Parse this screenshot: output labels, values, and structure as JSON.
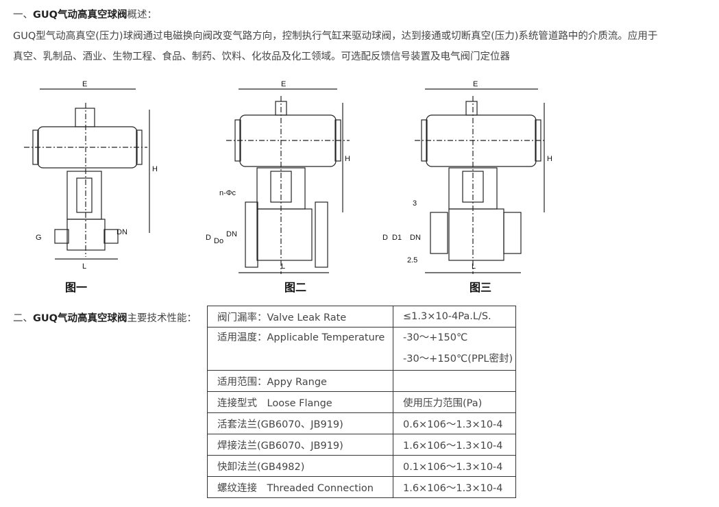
{
  "section1": {
    "prefix": "一、",
    "bold": "GUQ气动高真空球阀",
    "suffix": "概述：",
    "line1": "GUQ型气动高真空(压力)球阀通过电磁换向阀改变气路方向，控制执行气缸来驱动球阀，达到接通或切断真空(压力)系统管道路中的介质流。应用于",
    "line2": "真空、乳制品、酒业、生物工程、食品、制药、饮料、化妆品及化工领域。可选配反馈信号装置及电气阀门定位器"
  },
  "figures": [
    {
      "caption": "图一",
      "labels": {
        "e": "E",
        "h": "H",
        "g": "G",
        "dn": "DN",
        "l": "L"
      }
    },
    {
      "caption": "图二",
      "labels": {
        "e": "E",
        "h": "H",
        "n": "n-Φc",
        "d": "D",
        "do": "Do",
        "dn": "DN",
        "l": "L"
      }
    },
    {
      "caption": "图三",
      "labels": {
        "e": "E",
        "h": "H",
        "t": "3",
        "d": "D",
        "d1": "D1",
        "dn": "DN",
        "w": "2.5",
        "l": "L"
      }
    }
  ],
  "section2": {
    "prefix": "二、",
    "bold": "GUQ气动高真空球阀",
    "suffix": "主要技术性能："
  },
  "table": {
    "rows": [
      {
        "a": "阀门漏率：Valve Leak Rate",
        "b": "≤1.3×10-4Pa.L/S."
      },
      {
        "a": "适用温度：Applicable Temperature",
        "b": "-30～+150℃",
        "b2": "-30～+150℃(PPL密封)"
      },
      {
        "a": "适用范围：Appy Range",
        "b": ""
      },
      {
        "a": "连接型式　Loose Flange",
        "b": "使用压力范围(Pa)"
      },
      {
        "a": "活套法兰(GB6070、JB919)",
        "b": "0.6×106～1.3×10-4"
      },
      {
        "a": "焊接法兰(GB6070、JB919)",
        "b": "1.6×106～1.3×10-4"
      },
      {
        "a": "快卸法兰(GB4982)",
        "b": "0.1×106～1.3×10-4"
      },
      {
        "a": "螺纹连接　Threaded Connection",
        "b": "1.6×106～1.3×10-4"
      }
    ]
  }
}
